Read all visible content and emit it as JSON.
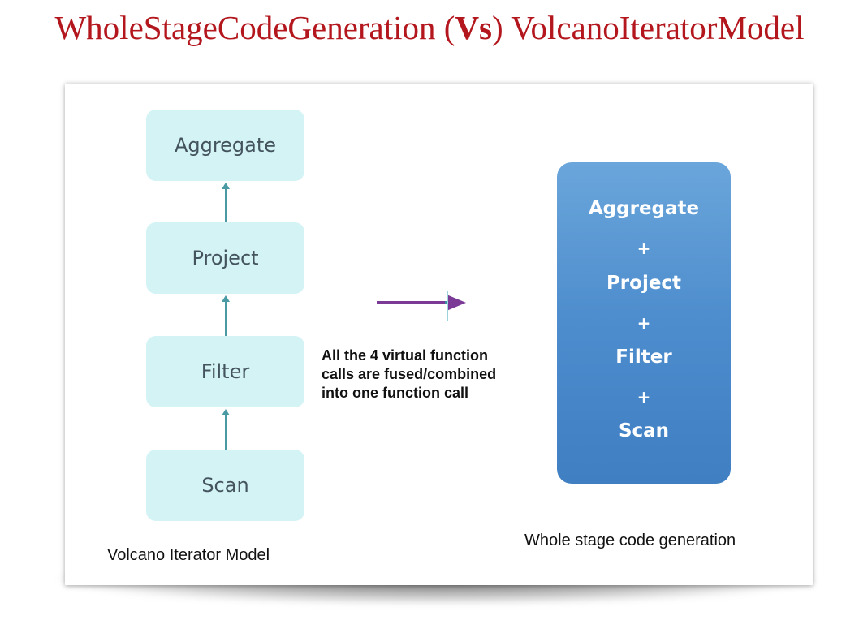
{
  "title": {
    "part1": "WholeStageCodeGeneration (",
    "bold": "Vs",
    "part2": ") VolcanoIteratorModel"
  },
  "volcano": {
    "stages": [
      "Aggregate",
      "Project",
      "Filter",
      "Scan"
    ],
    "caption": "Volcano Iterator Model"
  },
  "note": {
    "lines": [
      "All the 4 virtual function",
      "calls are fused/combined",
      "into one function call"
    ]
  },
  "wholestage": {
    "items": [
      "Aggregate",
      "+",
      "Project",
      "+",
      "Filter",
      "+",
      "Scan"
    ],
    "caption": "Whole stage code generation"
  },
  "colors": {
    "title": "#b3171d",
    "stage_fill": "#d4f3f5",
    "connector": "#4a9aa6",
    "fused_block": "#4d8ccd",
    "transform_arrow": "#7b3a96"
  },
  "icons": {
    "transform_arrow": "right-arrow-icon"
  }
}
